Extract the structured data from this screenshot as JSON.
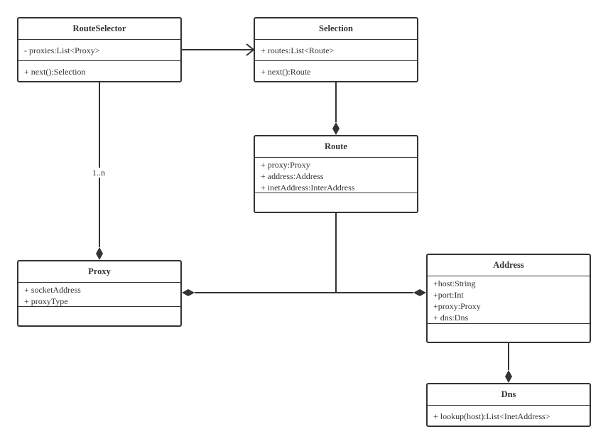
{
  "classes": {
    "route_selector": {
      "name": "RouteSelector",
      "attributes": [
        "- proxies:List<Proxy>"
      ],
      "operations": [
        "+ next():Selection"
      ]
    },
    "selection": {
      "name": "Selection",
      "attributes": [
        "+ routes:List<Route>"
      ],
      "operations": [
        "+ next():Route"
      ]
    },
    "route": {
      "name": "Route",
      "attributes": [
        "+ proxy:Proxy",
        "+ address:Address",
        "+ inetAddress:InterAddress"
      ],
      "operations": []
    },
    "proxy": {
      "name": "Proxy",
      "attributes": [
        "+ socketAddress",
        "+ proxyType"
      ],
      "operations": []
    },
    "address": {
      "name": "Address",
      "attributes": [
        "+host:String",
        "+port:Int",
        "+proxy:Proxy",
        "+ dns:Dns"
      ],
      "operations": []
    },
    "dns": {
      "name": "Dns",
      "attributes": [
        "+ lookup(host):List<InetAddress>"
      ],
      "operations": []
    }
  },
  "relations": {
    "routeselector_proxy_multiplicity": "1..n"
  },
  "colors": {
    "stroke": "#333333",
    "background": "#ffffff"
  }
}
